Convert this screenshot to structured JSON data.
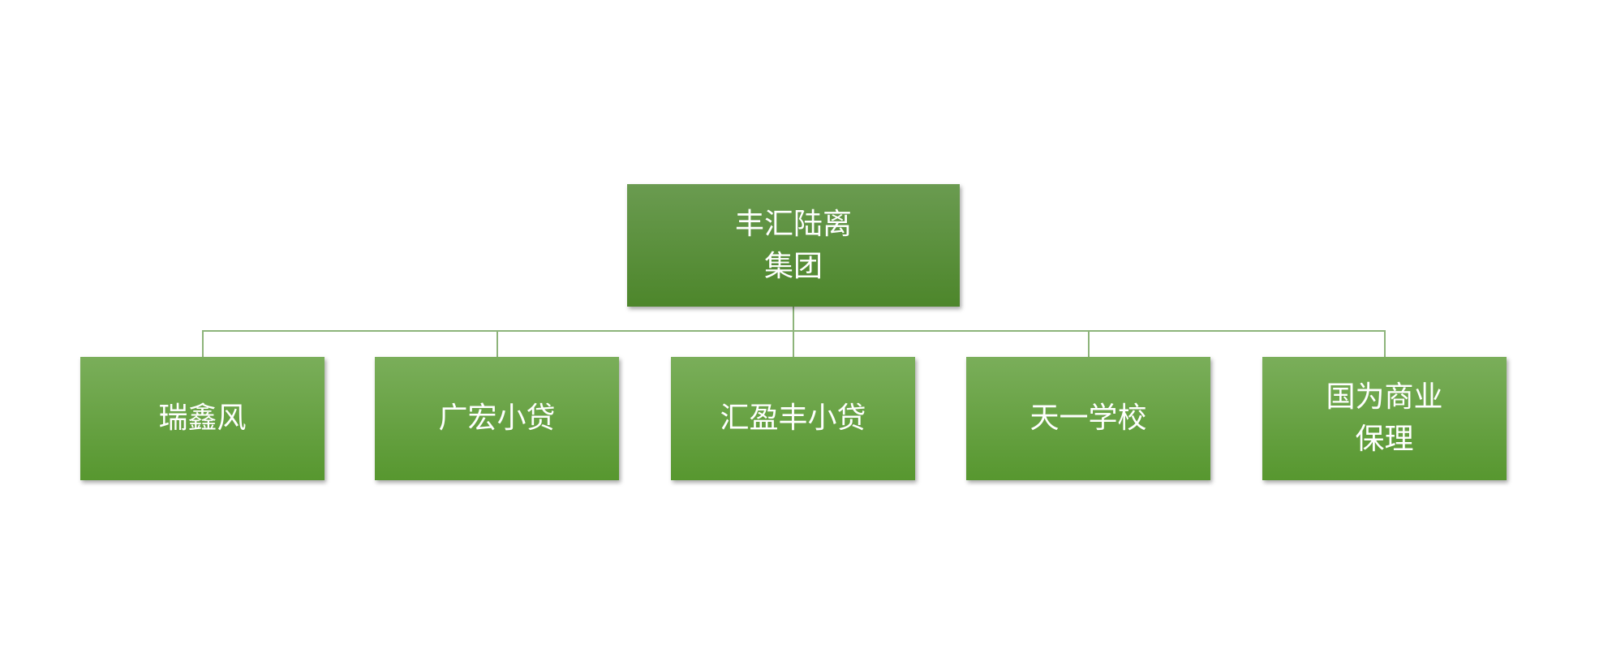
{
  "root": {
    "line1": "丰汇陆离",
    "line2": "集团"
  },
  "children": [
    {
      "line1": "瑞鑫风",
      "line2": ""
    },
    {
      "line1": "广宏小贷",
      "line2": ""
    },
    {
      "line1": "汇盈丰小贷",
      "line2": ""
    },
    {
      "line1": "天一学校",
      "line2": ""
    },
    {
      "line1": "国为商业",
      "line2": "保理"
    }
  ],
  "colors": {
    "box_top": "#7aae5a",
    "box_bottom": "#57972f",
    "connector": "#8db47a"
  }
}
